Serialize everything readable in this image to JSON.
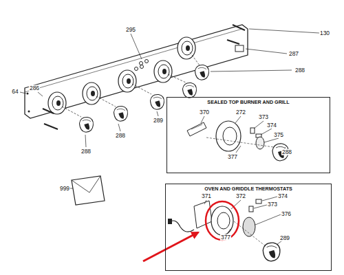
{
  "diagram": {
    "nodes": [
      {
        "text": [
          "SEALED TOP BURNER AND GRILL"
        ]
      },
      {
        "text": [
          "OVEN AND GRIDDLE THERMOSTATS"
        ]
      }
    ],
    "labels": [
      "130",
      "295",
      "287",
      "288",
      "64",
      "286",
      "288",
      "289",
      "288",
      "999",
      "370",
      "272",
      "373",
      "374",
      "375",
      "288",
      "377",
      "371",
      "372",
      "374",
      "373",
      "376",
      "289",
      "377"
    ]
  }
}
